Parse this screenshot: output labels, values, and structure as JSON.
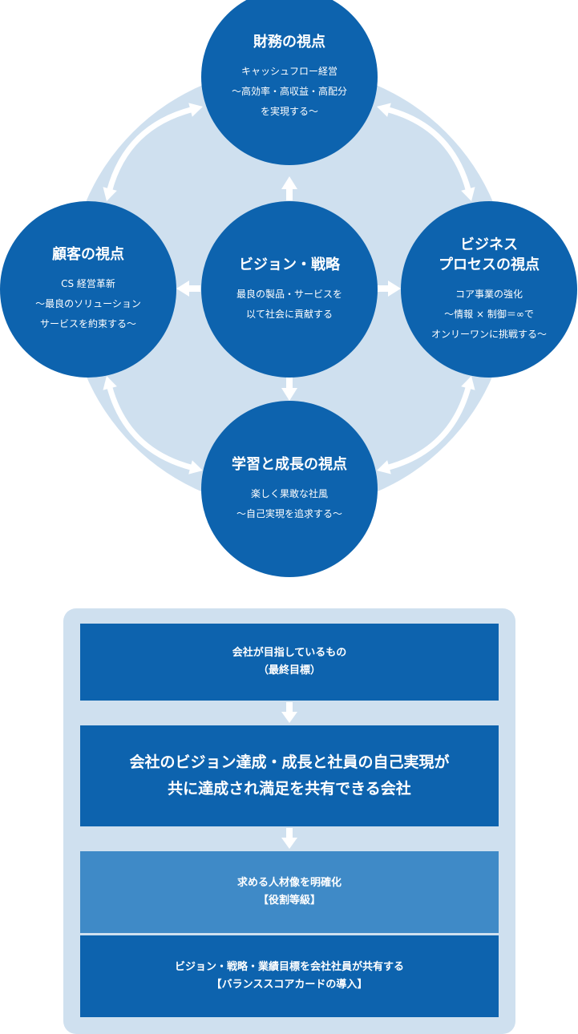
{
  "colors": {
    "node": "#0d63ae",
    "ring": "#cfe0ef",
    "arrow": "#ffffff",
    "panel": "#cfe0ef",
    "box_dark": "#0d63ae",
    "box_light": "#3f8ac7"
  },
  "cycle": {
    "financial": {
      "title": "財務の視点",
      "desc": "キャッシュフロー経営\n～高効率・高収益・高配分\nを実現する～"
    },
    "customer": {
      "title": "顧客の視点",
      "desc": "CS 経営革新\n～最良のソリューション\nサービスを約束する～"
    },
    "center": {
      "title": "ビジョン・戦略",
      "desc": "最良の製品・サービスを\n以て社会に貢献する"
    },
    "business": {
      "title": "ビジネス\nプロセスの視点",
      "desc": "コア事業の強化\n～情報 × 制御＝∞で\nオンリーワンに挑戦する～"
    },
    "learning": {
      "title": "学習と成長の視点",
      "desc": "楽しく果敢な社風\n～自己実現を追求する～"
    }
  },
  "flow": {
    "goal_heading": "会社が目指しているもの\n（最終目標）",
    "goal_statement": "会社のビジョン達成・成長と社員の自己実現が\n共に達成され満足を共有できる会社",
    "talent": "求める人材像を明確化\n【役割等級】",
    "bsc": "ビジョン・戦略・業績目標を会社社員が共有する\n【バランススコアカードの導入】"
  }
}
